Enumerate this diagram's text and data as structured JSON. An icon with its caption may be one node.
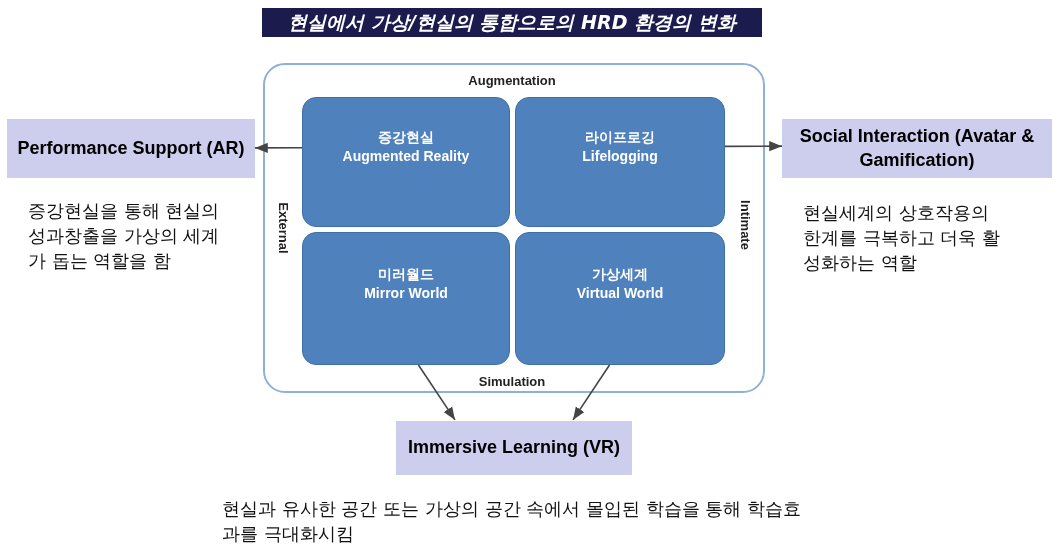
{
  "diagram": {
    "title": "현실에서 가상/현실의 통합으로의 HRD 환경의 변화",
    "nodes": [
      {
        "text": [
          "Augmentation",
          "External",
          "Intimate",
          "Simulation"
        ]
      },
      {
        "text": [
          "증강현실",
          "Augmented Reality"
        ],
        "in": 0
      },
      {
        "text": [
          "라이프로깅",
          "Lifelogging"
        ],
        "in": 0
      },
      {
        "text": [
          "미러월드",
          "Mirror World"
        ],
        "in": 0
      },
      {
        "text": [
          "가상세계",
          "Virtual World"
        ],
        "in": 0
      },
      {
        "text": [
          "Performance Support (AR)"
        ],
        "beside": [
          "증강현실을 통해 현실의 성과창출을 가상의 세계 가 돕는 역할을 함"
        ]
      },
      {
        "text": [
          "Social Interaction (Avatar & Gamification)"
        ],
        "beside": [
          "현실세계의 상호작용의 한계를 극복하고 더욱 활성화하는 역할"
        ]
      },
      {
        "text": [
          "Immersive Learning (VR)"
        ],
        "beside": [
          "현실과 유사한 공간 또는 가상의 공간 속에서 몰입된 학습을 통해 학습효과를 극대화시킴"
        ]
      }
    ],
    "edges": [
      {
        "from": 1,
        "to": 5,
        "arrow": "to"
      },
      {
        "from": 2,
        "to": 6,
        "arrow": "to"
      },
      {
        "from": 3,
        "to": 7,
        "arrow": "to"
      },
      {
        "from": 4,
        "to": 7,
        "arrow": "to"
      }
    ]
  }
}
